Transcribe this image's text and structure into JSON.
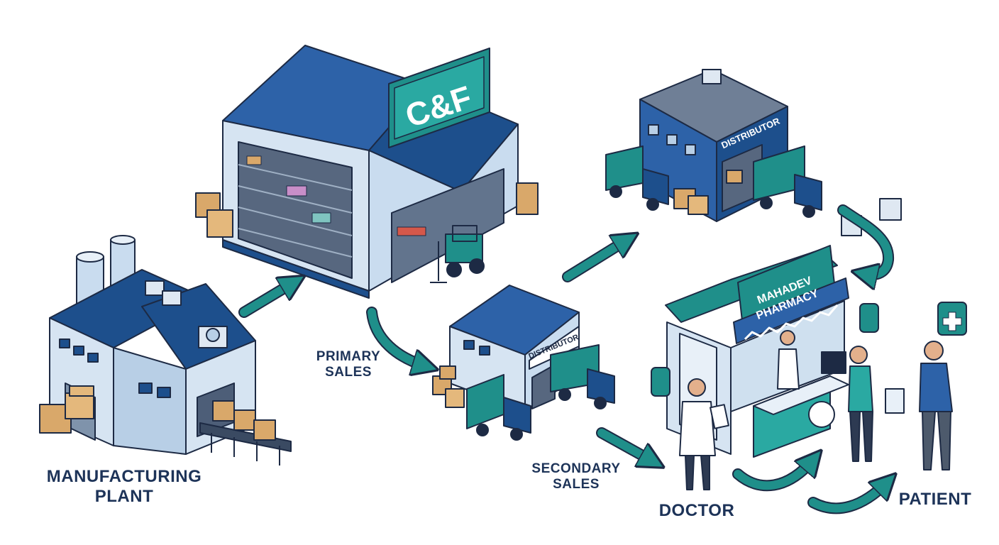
{
  "labels": {
    "manufacturing_line1": "MANUFACTURING",
    "manufacturing_line2": "PLANT",
    "primary_line1": "PRIMARY",
    "primary_line2": "SALES",
    "secondary_line1": "SECONDARY",
    "secondary_line2": "SALES",
    "doctor": "DOCTOR",
    "patient": "PATIENT"
  },
  "signs": {
    "cf": "C&F",
    "distributor_small": "DISTRIBUTOR",
    "distributor_large": "DISTRIBUTOR",
    "pharmacy_line1": "MAHADEV",
    "pharmacy_line2": "PHARMACY"
  },
  "colors": {
    "navy": "#1d4f8c",
    "teal": "#1f8f8a",
    "wall": "#c9dcef",
    "box": "#d9a86a",
    "outline": "#1d2a44"
  },
  "icons": [
    "factory-icon",
    "warehouse-icon",
    "distributor-icon",
    "pharmacy-icon",
    "truck-icon",
    "forklift-icon",
    "doctor-icon",
    "patient-icon",
    "medical-cross-icon",
    "flow-arrow-icon"
  ]
}
